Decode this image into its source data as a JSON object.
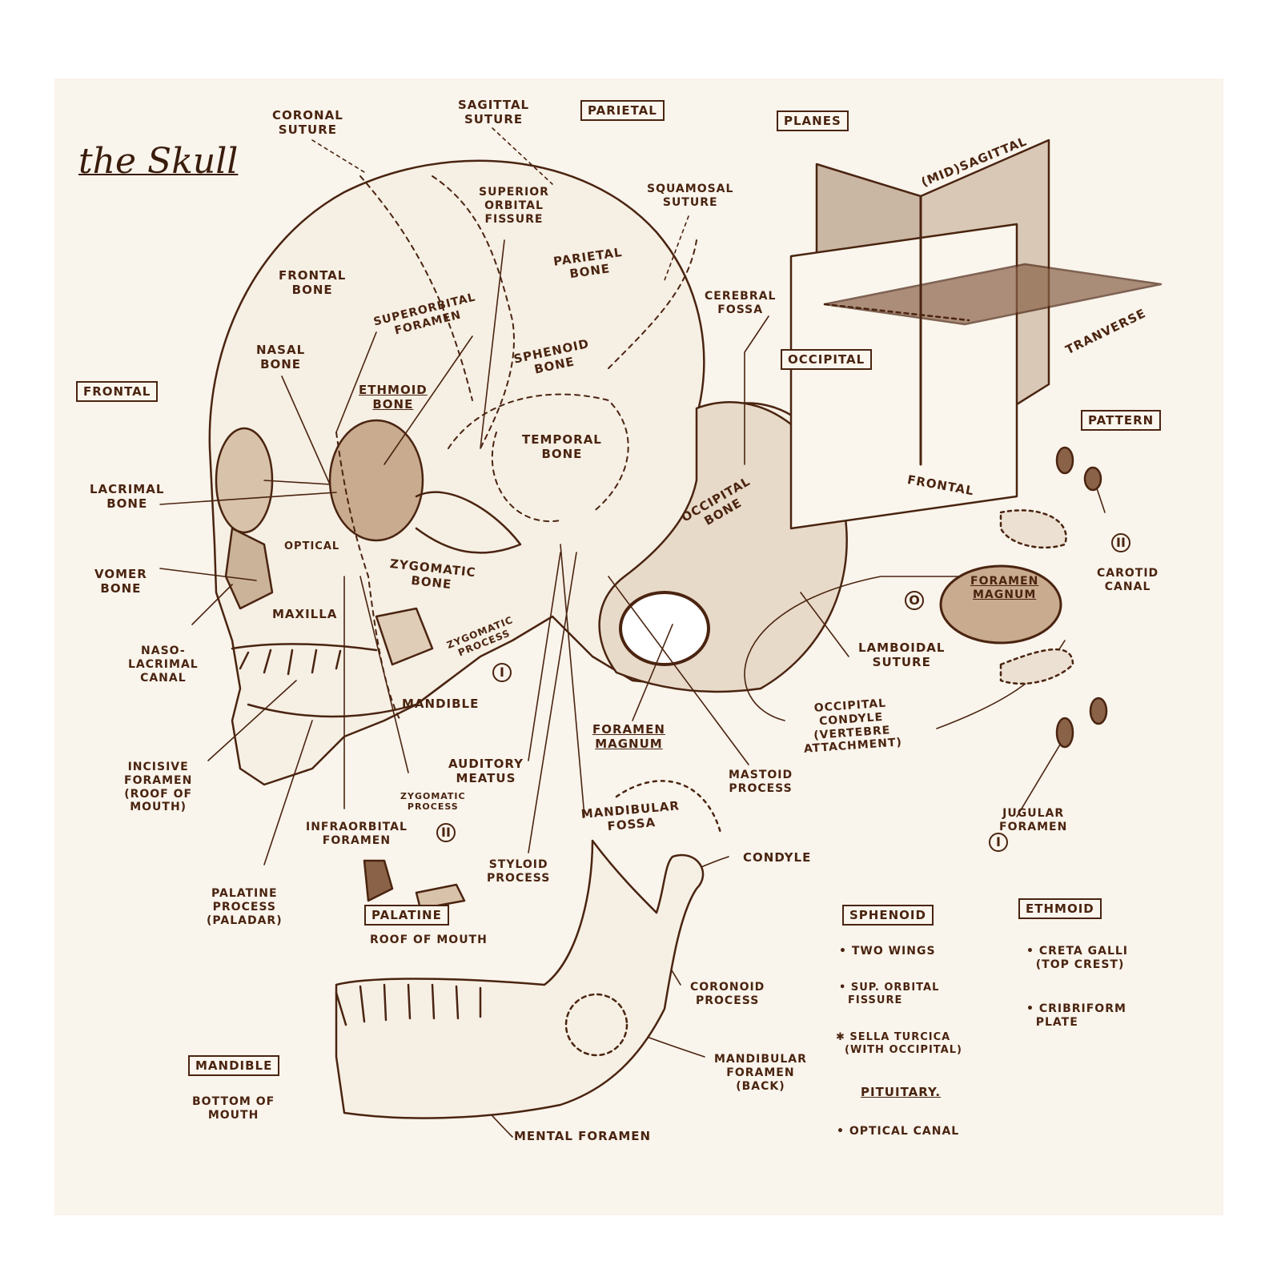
{
  "title": "the Skull",
  "labels": {
    "coronal_suture": "CORONAL\nSUTURE",
    "sagittal_suture": "SAGITTAL\nSUTURE",
    "parietal_box": "PARIETAL",
    "planes_box": "PLANES",
    "mid_sagittal": "(MID)SAGITTAL",
    "superior_orbital_fissure": "SUPERIOR\nORBITAL\nFISSURE",
    "squamosal_suture": "SQUAMOSAL\nSUTURE",
    "frontal_bone": "FRONTAL\nBONE",
    "parietal_bone": "PARIETAL\nBONE",
    "superorbital_foramen": "SUPERORBITAL\nFORAMEN",
    "cerebral_fossa": "CEREBRAL\nFOSSA",
    "tranverse": "TRANVERSE",
    "frontal_box": "FRONTAL",
    "nasal_bone": "NASAL\nBONE",
    "ethmoid_bone": "ETHMOID\nBONE",
    "sphenoid_bone": "SPHENOID\nBONE",
    "occipital_box": "OCCIPITAL",
    "temporal_bone": "TEMPORAL\nBONE",
    "pattern_box": "PATTERN",
    "frontal_plane": "FRONTAL",
    "lacrimal_bone": "LACRIMAL\nBONE",
    "occipital_bone": "OCCIPITAL\nBONE",
    "optical": "OPTICAL",
    "carotid_canal": "CAROTID\nCANAL",
    "carotid_num": "II",
    "vomer_bone": "VOMER\nBONE",
    "zygomatic_bone": "ZYGOMATIC\nBONE",
    "foramen_magnum_oval": "FORAMEN\nMAGNUM",
    "circle_o": "O",
    "maxilla": "MAXILLA",
    "lamboidal_suture": "LAMBOIDAL\nSUTURE",
    "naso_lacrimal": "NASO-\nLACRIMAL\nCANAL",
    "zygomatic_process": "ZYGOMATIC\nPROCESS",
    "zyg_proc_num": "I",
    "mandible": "MANDIBLE",
    "occipital_condyle": "OCCIPITAL\nCONDYLE\n(VERTEBRE\nATTACHMENT)",
    "foramen_magnum_ul": "FORAMEN\nMAGNUM",
    "incisive_foramen": "INCISIVE\nFORAMEN\n(ROOF OF\nMOUTH)",
    "auditory_meatus": "AUDITORY\nMEATUS",
    "zygomatic_process_2": "ZYGOMATIC\nPROCESS",
    "zyg_proc2_num": "II",
    "mastoid_process": "MASTOID\nPROCESS",
    "mandibular_fossa": "MANDIBULAR\nFOSSA",
    "jugular_foramen": "JUGULAR\nFORAMEN",
    "jugular_num": "I",
    "infraorbital_foramen": "INFRAORBITAL\nFORAMEN",
    "condyle": "CONDYLE",
    "styloid_process": "STYLOID\nPROCESS",
    "palatine_process": "PALATINE\nPROCESS\n(PALADAR)",
    "palatine_box": "PALATINE",
    "roof_of_mouth": "ROOF OF MOUTH",
    "sphenoid_box": "SPHENOID",
    "ethmoid_box": "ETHMOID",
    "sph_item1": "• TWO WINGS",
    "sph_item2": "• SUP. ORBITAL\n  FISSURE",
    "sph_item3": "✱ SELLA TURCICA\n  (with OCCIPITAL)",
    "pituitary": "PITUITARY.",
    "sph_item4": "• OPTICAL CANAL",
    "eth_item1": "• CRETA GALLI\n  (TOP CREST)",
    "eth_item2": "• CRIBRIFORM\n  PLATE",
    "coronoid_process": "CORONOID\nPROCESS",
    "mandibular_foramen": "MANDIBULAR\nFORAMEN\n(BACK)",
    "mandible_box": "MANDIBLE",
    "bottom_of_mouth": "BOTTOM OF\nMOUTH",
    "mental_foramen": "MENTAL FORAMEN"
  },
  "colors": {
    "ink": "#4a2410",
    "paper": "#f9f4ec",
    "bone_shade": "#e6d6c2",
    "dark_shade": "#8a6248"
  }
}
